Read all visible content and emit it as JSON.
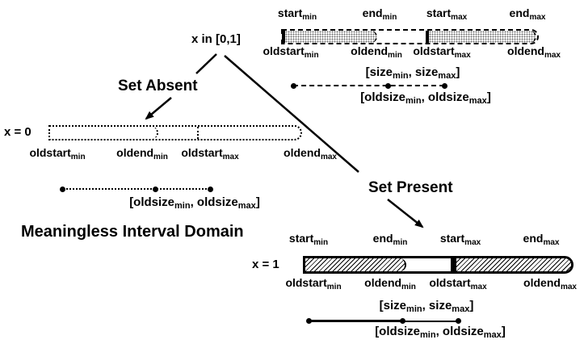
{
  "labels": {
    "root_condition": "x in [0,1]",
    "set_absent": "Set Absent",
    "set_present": "Set Present",
    "x_equals_0": "x = 0",
    "x_equals_1": "x = 1",
    "caption": "Meaningless Interval Domain"
  },
  "interval_labels": {
    "start_min": {
      "base": "start",
      "sub": "min"
    },
    "end_min": {
      "base": "end",
      "sub": "min"
    },
    "start_max": {
      "base": "start",
      "sub": "max"
    },
    "end_max": {
      "base": "end",
      "sub": "max"
    },
    "oldstart_min": {
      "base": "oldstart",
      "sub": "min"
    },
    "oldend_min": {
      "base": "oldend",
      "sub": "min"
    },
    "oldstart_max": {
      "base": "oldstart",
      "sub": "max"
    },
    "oldend_max": {
      "base": "oldend",
      "sub": "max"
    }
  },
  "range_labels": {
    "size": {
      "pre": "[size",
      "sub1": "min",
      "mid": ", size",
      "sub2": "max",
      "post": "]"
    },
    "oldsize": {
      "pre": "[oldsize",
      "sub1": "min",
      "mid": ", oldsize",
      "sub2": "max",
      "post": "]"
    }
  },
  "colors": {
    "ink": "#000000",
    "paper": "#ffffff"
  }
}
